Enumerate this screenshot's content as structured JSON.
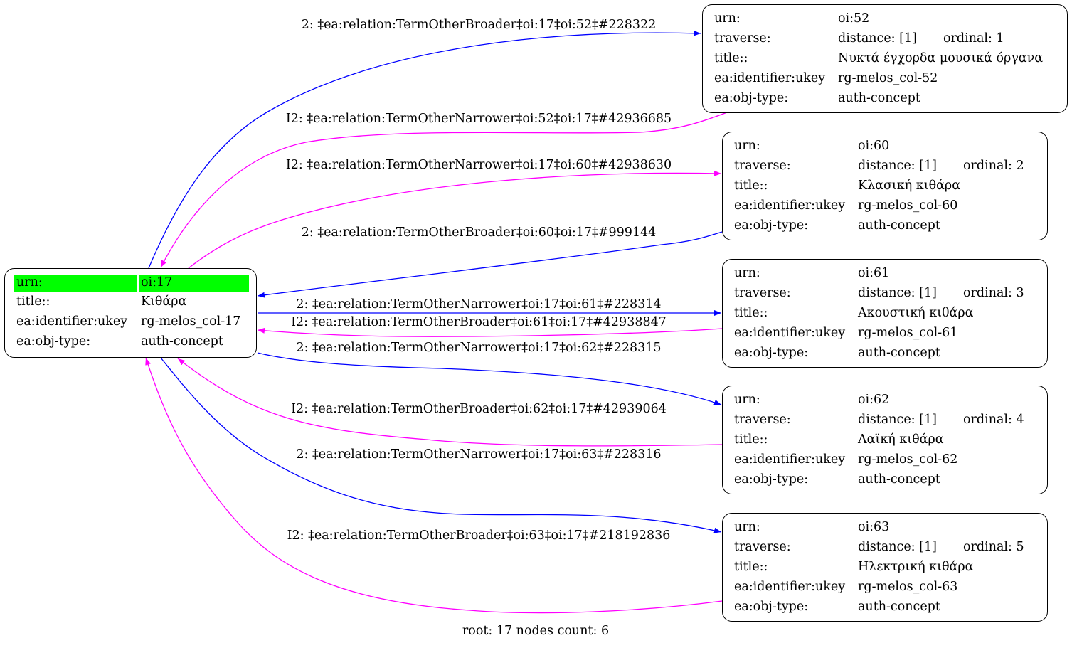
{
  "colors": {
    "forward_edge": "#0000ff",
    "inverse_edge": "#ff00ff",
    "root_highlight": "#00ff00"
  },
  "root": {
    "rows": [
      {
        "key": "urn:",
        "value": "oi:17",
        "highlight": true
      },
      {
        "key": "title::",
        "value": "Κιθάρα"
      },
      {
        "key": "ea:identifier:ukey",
        "value": "rg-melos_col-17"
      },
      {
        "key": "ea:obj-type:",
        "value": "auth-concept"
      }
    ]
  },
  "nodes": [
    {
      "urn": "oi:52",
      "distance": "distance: [1]",
      "ordinal": "ordinal: 1",
      "title": "Νυκτά έγχορδα μουσικά όργανα",
      "ukey": "rg-melos_col-52",
      "obj_type": "auth-concept"
    },
    {
      "urn": "oi:60",
      "distance": "distance: [1]",
      "ordinal": "ordinal: 2",
      "title": "Κλασική κιθάρα",
      "ukey": "rg-melos_col-60",
      "obj_type": "auth-concept"
    },
    {
      "urn": "oi:61",
      "distance": "distance: [1]",
      "ordinal": "ordinal: 3",
      "title": "Ακουστική κιθάρα",
      "ukey": "rg-melos_col-61",
      "obj_type": "auth-concept"
    },
    {
      "urn": "oi:62",
      "distance": "distance: [1]",
      "ordinal": "ordinal: 4",
      "title": "Λαϊκή κιθάρα",
      "ukey": "rg-melos_col-62",
      "obj_type": "auth-concept"
    },
    {
      "urn": "oi:63",
      "distance": "distance: [1]",
      "ordinal": "ordinal: 5",
      "title": "Ηλεκτρική κιθάρα",
      "ukey": "rg-melos_col-63",
      "obj_type": "auth-concept"
    }
  ],
  "node_keys": {
    "urn": "urn:",
    "traverse": "traverse:",
    "title": "title::",
    "ukey": "ea:identifier:ukey",
    "obj_type": "ea:obj-type:"
  },
  "edges": [
    {
      "label": "2: ‡ea:relation:TermOtherBroader‡oi:17‡oi:52‡#228322",
      "kind": "forward",
      "from": "oi:17",
      "to": "oi:52"
    },
    {
      "label": "I2: ‡ea:relation:TermOtherNarrower‡oi:52‡oi:17‡#42936685",
      "kind": "inverse",
      "from": "oi:52",
      "to": "oi:17"
    },
    {
      "label": "I2: ‡ea:relation:TermOtherNarrower‡oi:17‡oi:60‡#42938630",
      "kind": "inverse",
      "from": "oi:17",
      "to": "oi:60"
    },
    {
      "label": "2: ‡ea:relation:TermOtherBroader‡oi:60‡oi:17‡#999144",
      "kind": "forward",
      "from": "oi:60",
      "to": "oi:17"
    },
    {
      "label": "2: ‡ea:relation:TermOtherNarrower‡oi:17‡oi:61‡#228314",
      "kind": "forward",
      "from": "oi:17",
      "to": "oi:61"
    },
    {
      "label": "I2: ‡ea:relation:TermOtherBroader‡oi:61‡oi:17‡#42938847",
      "kind": "inverse",
      "from": "oi:61",
      "to": "oi:17"
    },
    {
      "label": "2: ‡ea:relation:TermOtherNarrower‡oi:17‡oi:62‡#228315",
      "kind": "forward",
      "from": "oi:17",
      "to": "oi:62"
    },
    {
      "label": "I2: ‡ea:relation:TermOtherBroader‡oi:62‡oi:17‡#42939064",
      "kind": "inverse",
      "from": "oi:62",
      "to": "oi:17"
    },
    {
      "label": "2: ‡ea:relation:TermOtherNarrower‡oi:17‡oi:63‡#228316",
      "kind": "forward",
      "from": "oi:17",
      "to": "oi:63"
    },
    {
      "label": "I2: ‡ea:relation:TermOtherBroader‡oi:63‡oi:17‡#218192836",
      "kind": "inverse",
      "from": "oi:63",
      "to": "oi:17"
    }
  ],
  "footer": "root: 17 nodes count: 6"
}
